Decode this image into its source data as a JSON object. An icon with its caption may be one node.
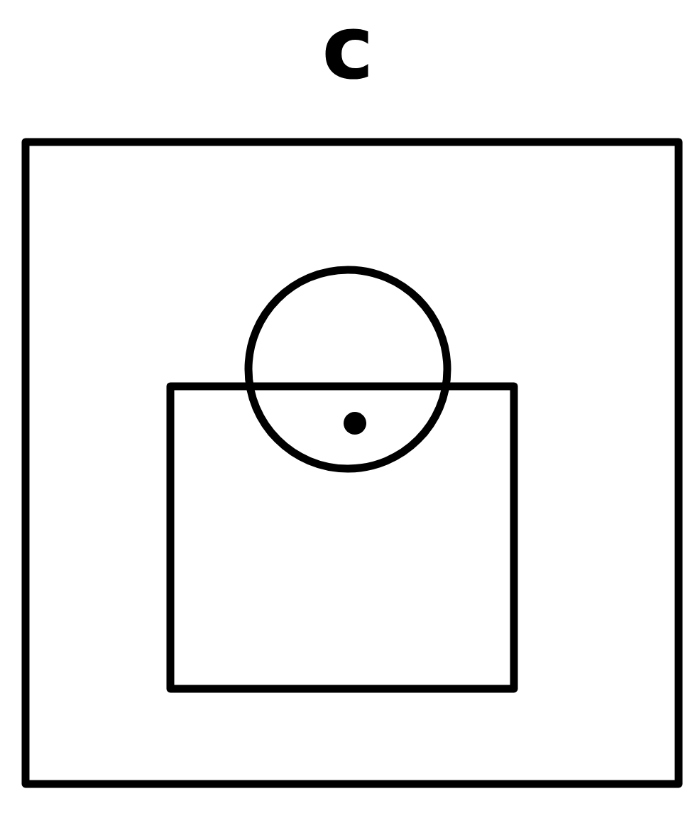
{
  "diagram": {
    "nodes": [
      {
        "text": [],
        "shape": "box"
      },
      {
        "text": [],
        "shape": "box",
        "in": 0
      },
      {
        "text": [],
        "shape": "circle",
        "in": 0
      }
    ],
    "labels": [
      "c"
    ]
  }
}
